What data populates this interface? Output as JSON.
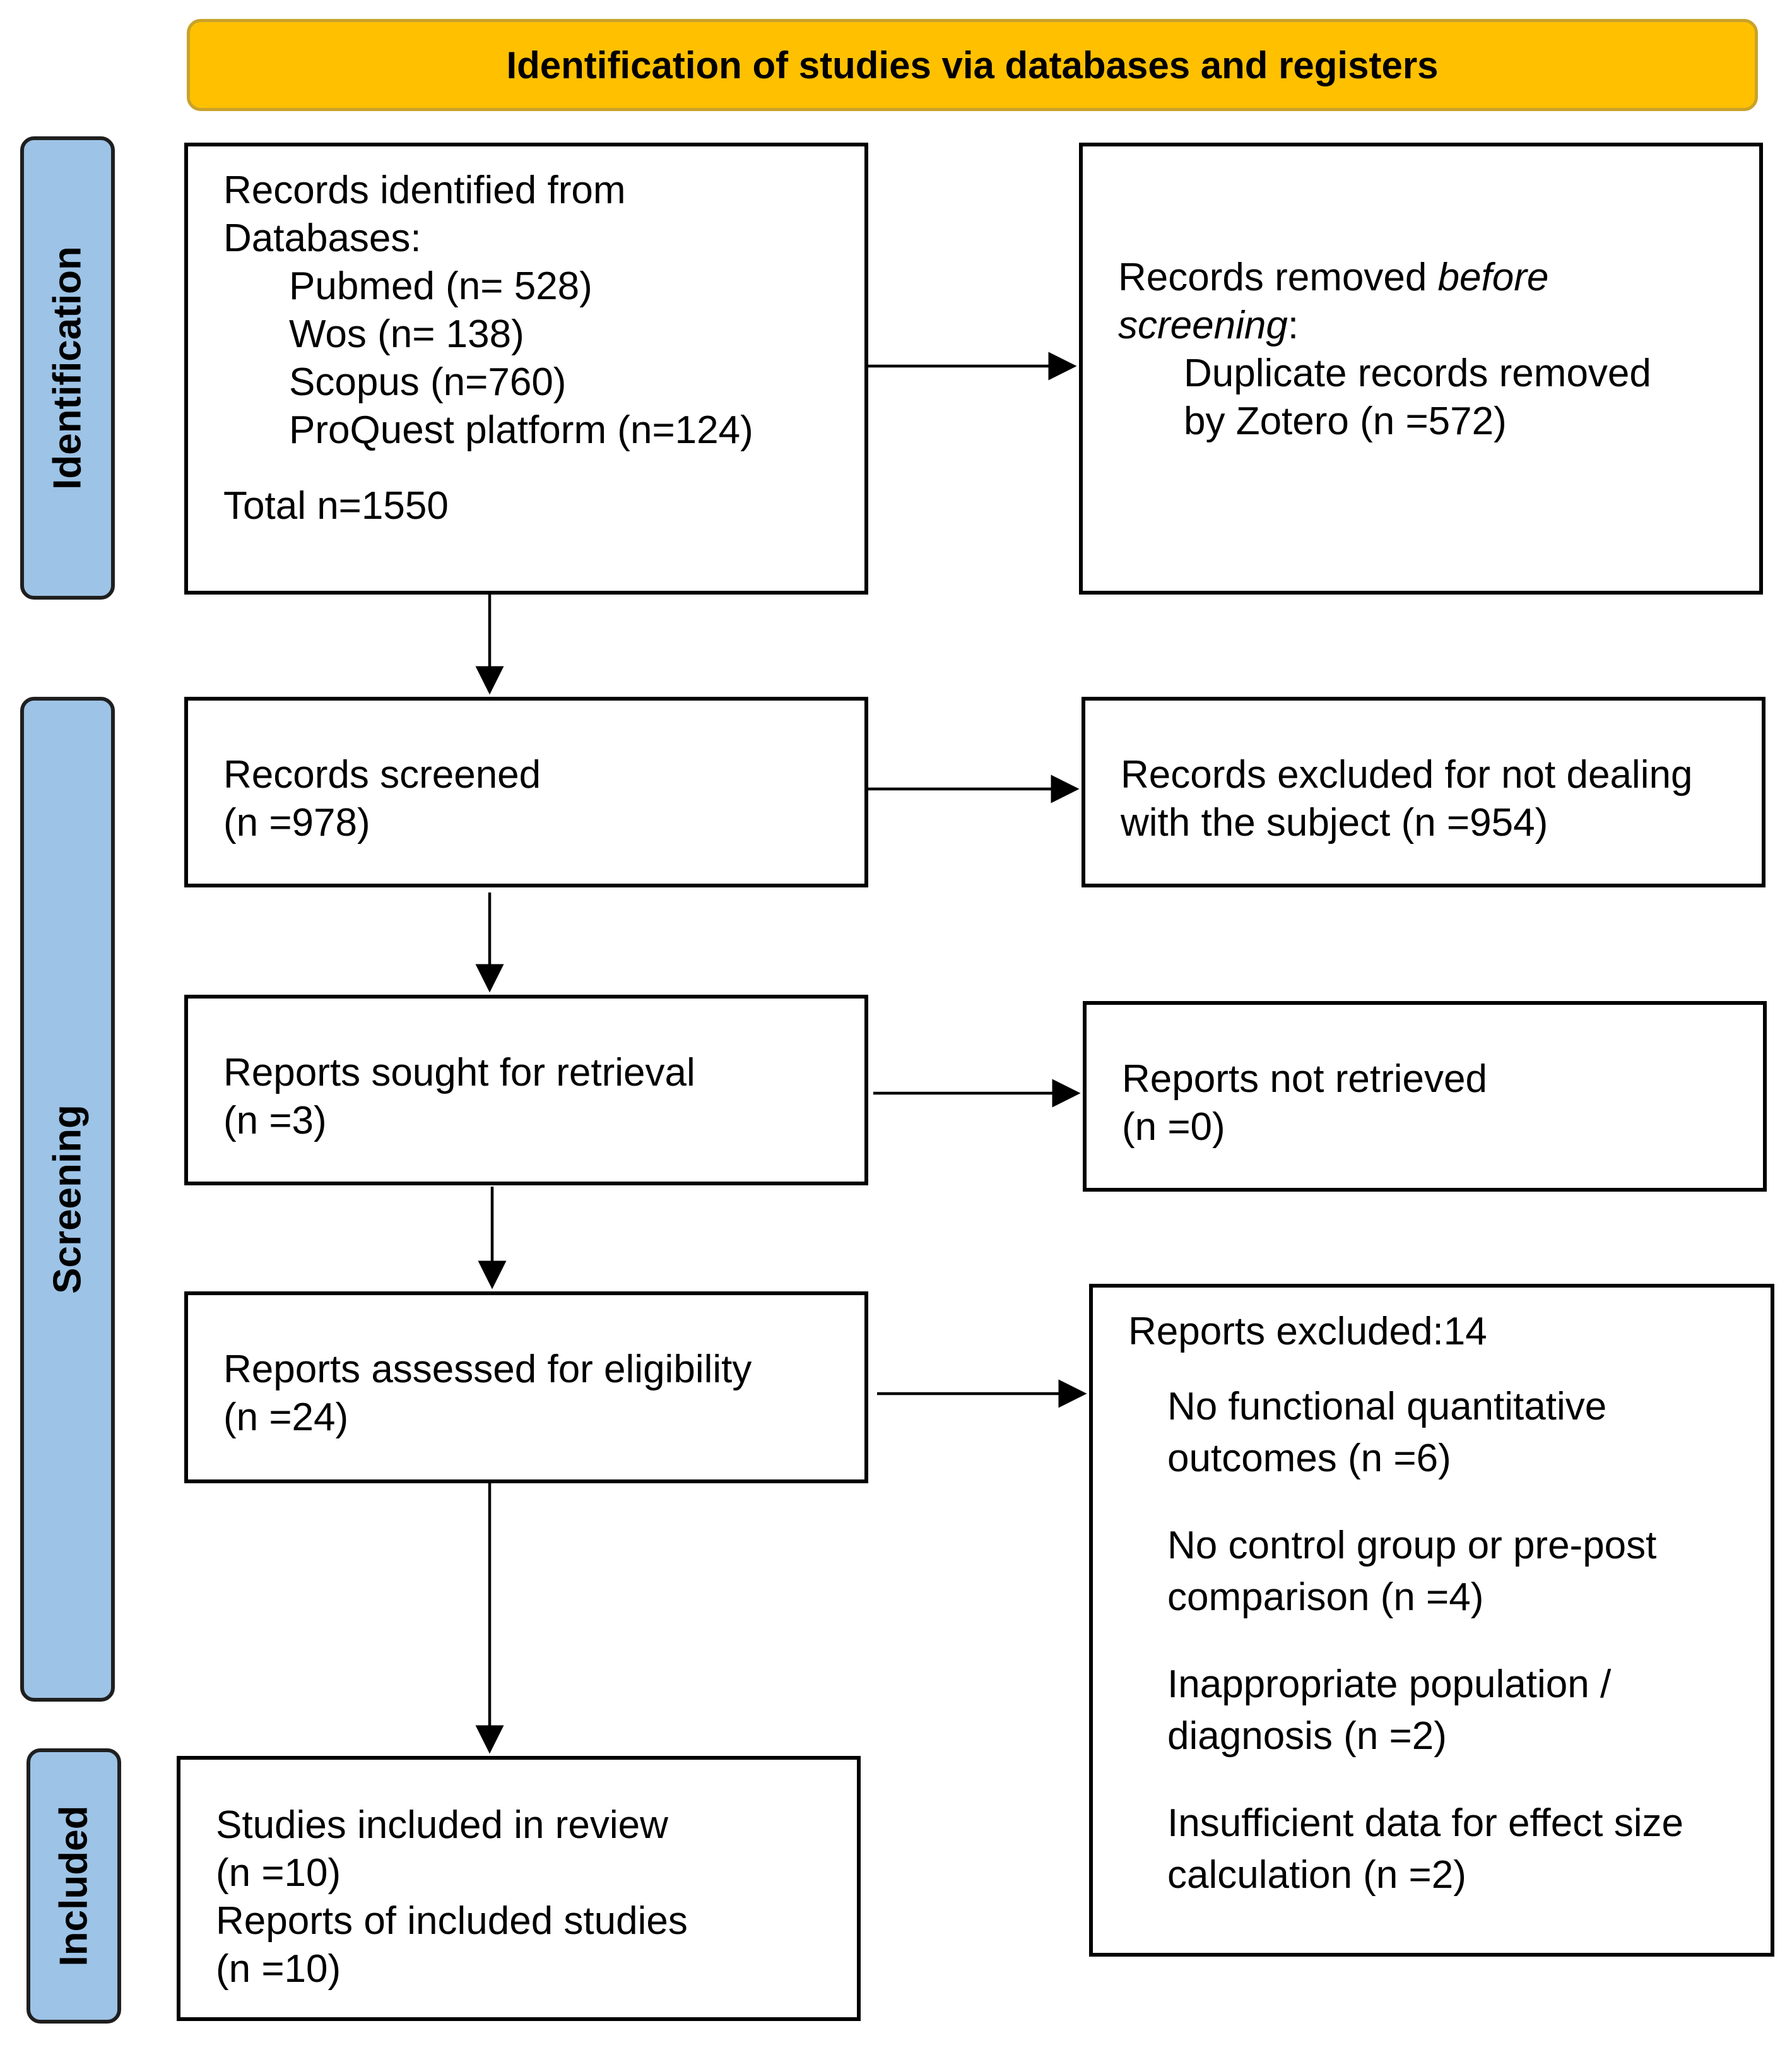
{
  "header": "Identification of studies via databases and registers",
  "phases": {
    "identification": "Identification",
    "screening": "Screening",
    "included": "Included"
  },
  "boxes": {
    "records_identified": {
      "line1": "Records identified from",
      "line2": "Databases:",
      "pubmed": "Pubmed (n= 528)",
      "wos": "Wos (n= 138)",
      "scopus": "Scopus (n=760)",
      "proquest": "ProQuest platform (n=124)",
      "total": "Total n=1550"
    },
    "records_removed": {
      "prefix": "Records removed ",
      "emph1": "before",
      "emph2": "screening",
      "colon": ":",
      "detail1": "Duplicate records removed",
      "detail2": "by Zotero (n =572)"
    },
    "records_screened": {
      "line1": "Records screened",
      "line2": "(n =978)"
    },
    "records_excluded": {
      "line1": "Records excluded for not dealing",
      "line2": "with the subject (n =954)"
    },
    "reports_sought": {
      "line1": "Reports sought for retrieval",
      "line2": "(n =3)"
    },
    "reports_not_retrieved": {
      "line1": "Reports not retrieved",
      "line2": "(n =0)"
    },
    "reports_assessed": {
      "line1": "Reports assessed for eligibility",
      "line2": "(n =24)"
    },
    "reports_excluded": {
      "title": "Reports excluded:14",
      "r1a": "No functional quantitative",
      "r1b": "outcomes (n =6)",
      "r2a": "No control group or pre-post",
      "r2b": "comparison (n =4)",
      "r3a": "Inappropriate population /",
      "r3b": "diagnosis (n =2)",
      "r4a": "Insufficient data for effect size",
      "r4b": "calculation (n =2)"
    },
    "studies_included": {
      "line1": "Studies included in review",
      "line2": "(n =10)",
      "line3": "Reports of included studies",
      "line4": "(n =10)"
    }
  }
}
